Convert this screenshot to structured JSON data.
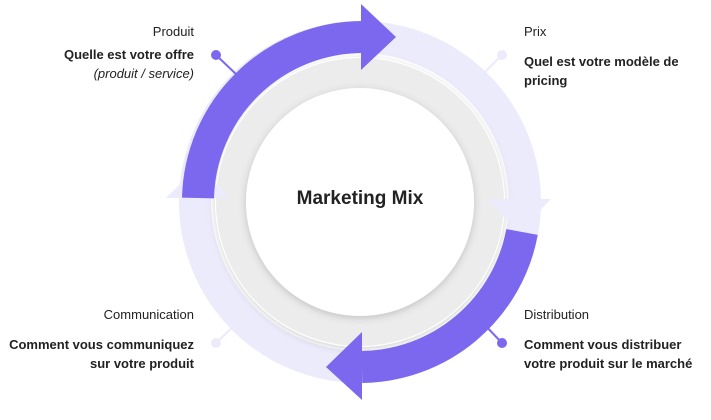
{
  "center": {
    "title": "Marketing Mix"
  },
  "quadrants": {
    "produit": {
      "title": "Produit",
      "question": "Quelle est votre offre",
      "note": "(produit / service)"
    },
    "prix": {
      "title": "Prix",
      "question_line1": "Quel est votre modèle de",
      "question_line2": "pricing"
    },
    "distribution": {
      "title": "Distribution",
      "question_line1": "Comment vous distribuer",
      "question_line2": "votre produit sur le marché"
    },
    "communication": {
      "title": "Communication",
      "question_line1": "Comment vous communiquez",
      "question_line2": "sur votre produit"
    }
  },
  "colors": {
    "accent": "#7b68ee",
    "light": "#ecebfb",
    "center_bg": "#ededed",
    "text": "#222222"
  }
}
